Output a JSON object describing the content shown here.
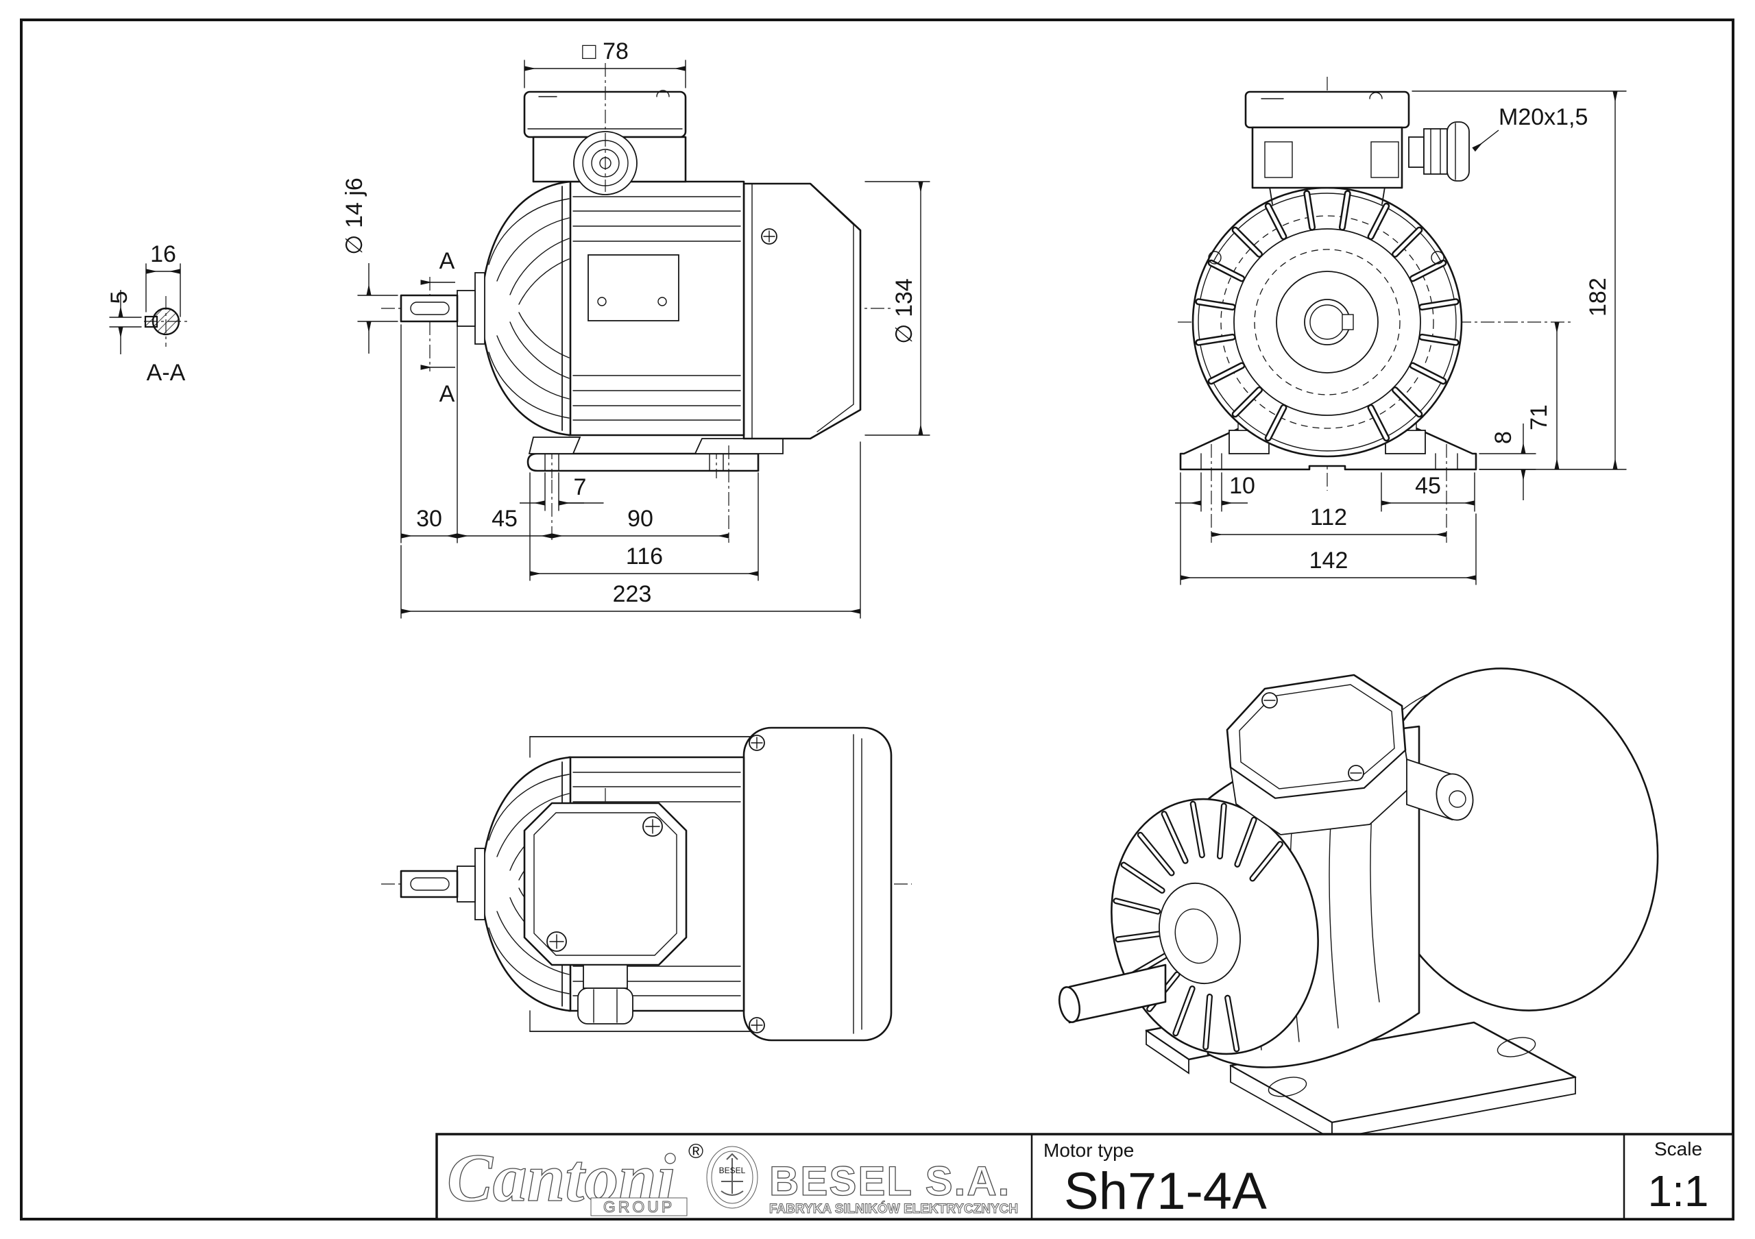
{
  "colors": {
    "ink": "#141414",
    "bg": "#ffffff"
  },
  "section_aa": {
    "dim_width": "16",
    "dim_depth": "5",
    "label": "A-A"
  },
  "side_view": {
    "dim_terminal_box": "□ 78",
    "dim_shaft_dia": "∅ 14 j6",
    "section_letter": "A",
    "dim_body_dia": "∅ 134",
    "dim_key_to_foot": "7",
    "dim_shaft_len": "30",
    "dim_shoulder_to_hole": "45",
    "dim_hole_span": "90",
    "dim_base_len": "116",
    "dim_overall_len": "223"
  },
  "front_view": {
    "gland_label": "M20x1,5",
    "dim_overall_height": "182",
    "dim_shaft_height": "71",
    "dim_base_thickness": "8",
    "dim_slot_width": "10",
    "dim_foot_len": "45",
    "dim_hole_span": "112",
    "dim_base_width": "142"
  },
  "title_block": {
    "brand": "Cantoni",
    "registered": "®",
    "brand_sub": "GROUP",
    "badge_text": "BESEL",
    "company": "BESEL S.A.",
    "company_subtitle": "FABRYKA SILNIKÓW ELEKTRYCZNYCH",
    "motor_type_label": "Motor type",
    "motor_type_value": "Sh71-4A",
    "scale_label": "Scale",
    "scale_value": "1:1"
  }
}
